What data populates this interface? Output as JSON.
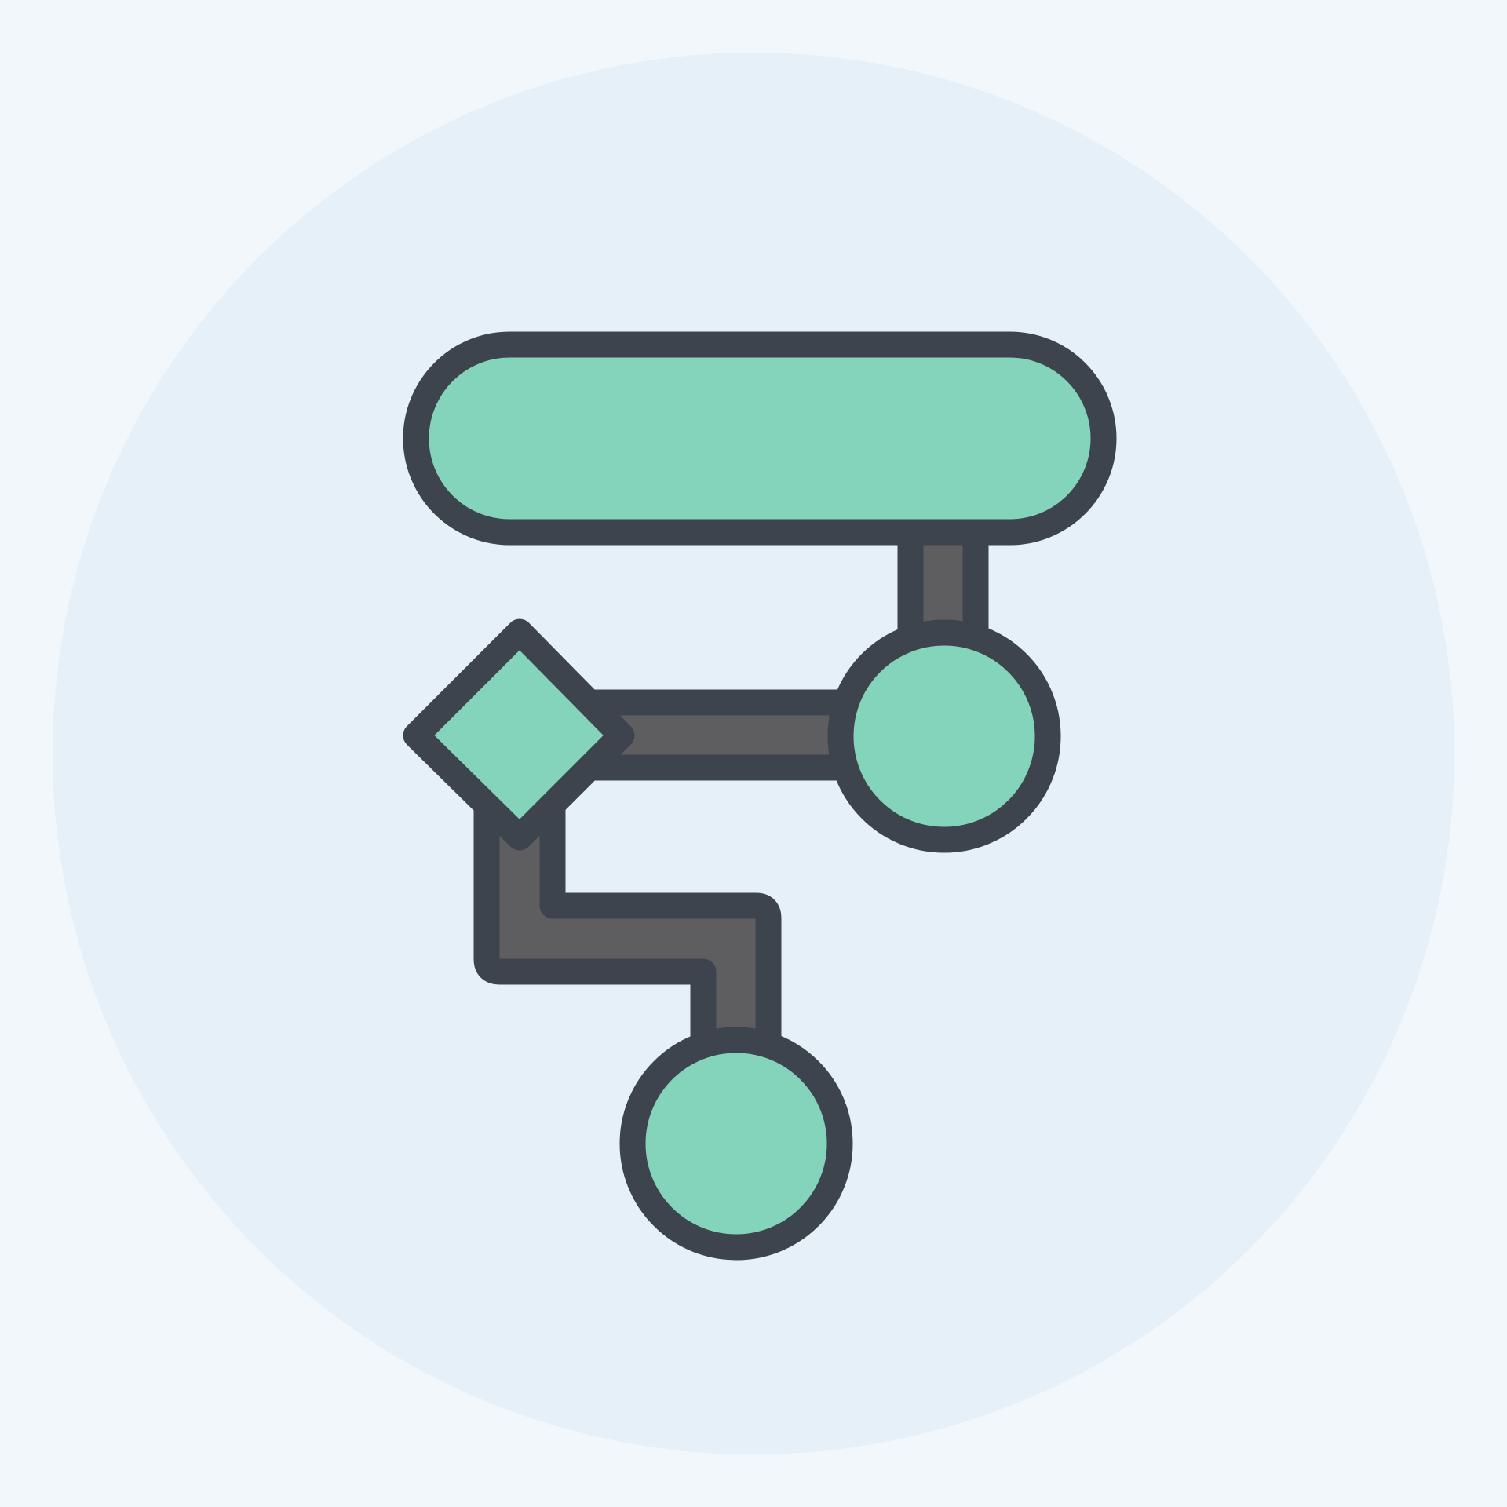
{
  "icon": {
    "name": "flowchart-icon",
    "shapes": [
      "terminator-pill",
      "decision-diamond",
      "connector-circle",
      "connector-circle"
    ]
  },
  "colors": {
    "page_background": "#f2f7fb",
    "circle_background": "#e5f0f9",
    "shape_fill": "#84d3bb",
    "connector_fill": "#5e5e61",
    "outline": "#3e444e"
  }
}
